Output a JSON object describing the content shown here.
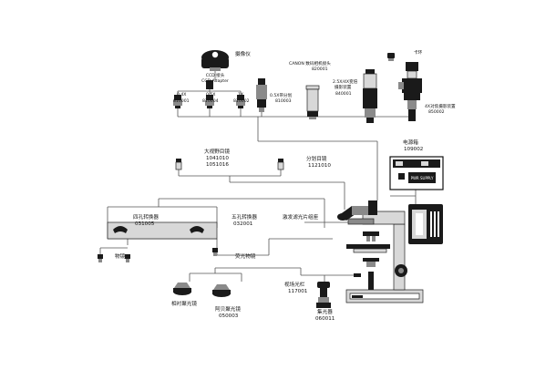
{
  "labels": {
    "camera": "摄像仪",
    "ccd_cn": "CCD 接头",
    "ccd_en": "CCD Adapter",
    "ad_04": "0.4X",
    "ad_04_code": "810001",
    "ad_05": "0.5X",
    "ad_05_code": "810004",
    "ad_1x": "1X",
    "ad_1x_code": "810002",
    "split_05": "0.5X带分划",
    "split_05_code": "810003",
    "canon": "CANON 数码相机接头",
    "canon_code": "820001",
    "zoom_1": "2.5X/4X变倍",
    "zoom_2": "摄影装置",
    "zoom_code": "840001",
    "card": "卡环",
    "photo_4x": "4X对焦摄影装置",
    "photo_4x_code": "850002",
    "eyepiece": "大视野目镜",
    "eyepiece_code1": "1041010",
    "eyepiece_code2": "1051016",
    "reticle": "分划目镜",
    "reticle_code": "1121010",
    "power": "电源箱",
    "power_code": "109002",
    "nose4": "四孔转换器",
    "nose4_code": "031005",
    "nose5": "五孔转换器",
    "nose5_code": "032001",
    "filter": "激发滤光片组座",
    "objective": "物镜",
    "fluor_obj": "荧光物镜",
    "field_stop": "视场光栏",
    "field_stop_code": "117001",
    "condenser": "集光器",
    "condenser_code": "060011",
    "bright_cond": "相衬聚光镜",
    "dark_cond1": "阿贝聚光镜",
    "dark_cond2": "050003"
  },
  "power_box_text": "PWR SUPPLY",
  "colors": {
    "ink": "#1a1a1a",
    "line": "#555555",
    "paper": "#ffffff"
  }
}
